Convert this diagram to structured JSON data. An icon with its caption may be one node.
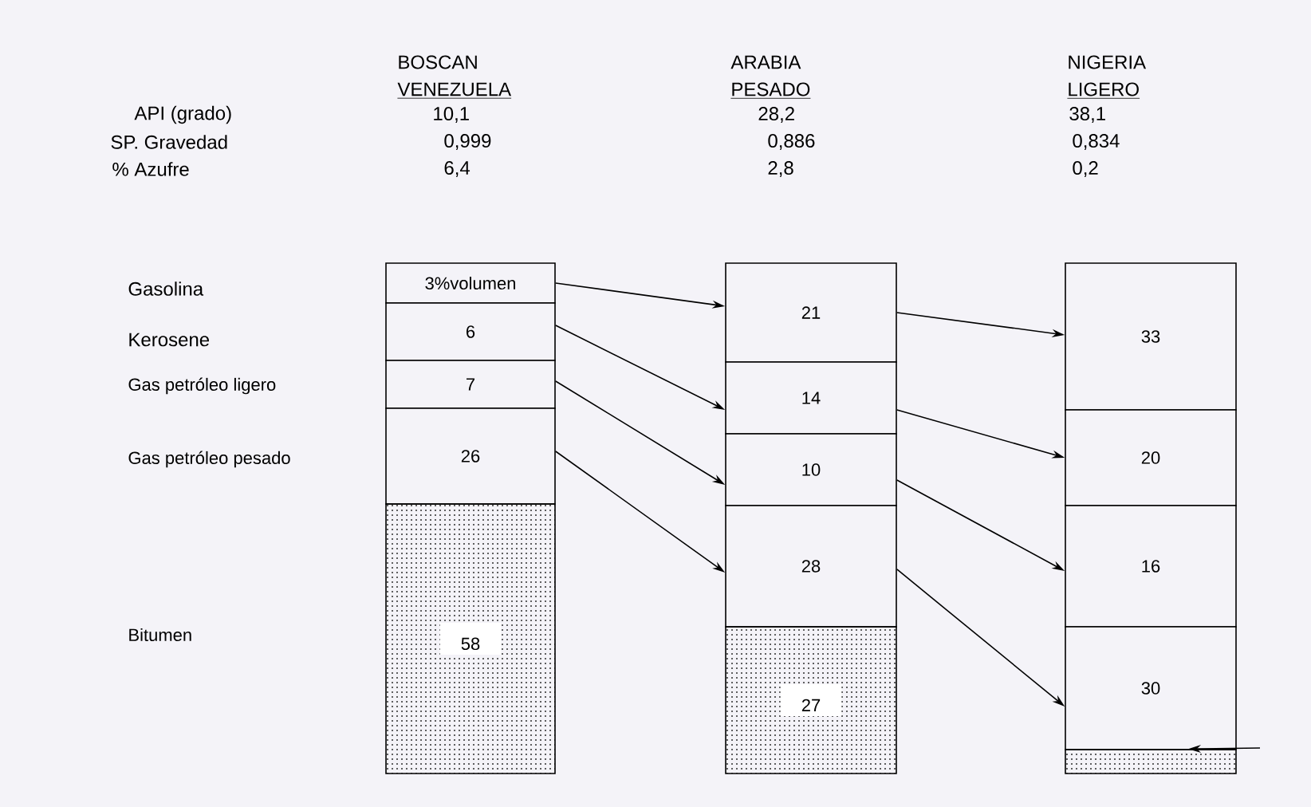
{
  "diagram": {
    "nodes": [
      {
        "text": [
          "3%volumen"
        ]
      },
      {
        "text": [
          "6"
        ]
      },
      {
        "text": [
          "7"
        ]
      },
      {
        "text": [
          "26"
        ]
      },
      {
        "text": [
          "58"
        ]
      },
      {
        "text": [
          "21"
        ]
      },
      {
        "text": [
          "14"
        ]
      },
      {
        "text": [
          "10"
        ]
      },
      {
        "text": [
          "28"
        ]
      },
      {
        "text": [
          "27"
        ]
      },
      {
        "text": [
          "33"
        ]
      },
      {
        "text": [
          "20"
        ]
      },
      {
        "text": [
          "16"
        ]
      },
      {
        "text": [
          "30"
        ]
      },
      {
        "text": [],
        "shape": "box"
      }
    ],
    "edges": [
      {
        "from": 0,
        "to": 5,
        "arrow": "to"
      },
      {
        "from": 1,
        "to": 6,
        "arrow": "to"
      },
      {
        "from": 2,
        "to": 7,
        "arrow": "to"
      },
      {
        "from": 3,
        "to": 8,
        "arrow": "to"
      },
      {
        "from": 5,
        "to": 10,
        "arrow": "to"
      },
      {
        "from": 6,
        "to": 11,
        "arrow": "to"
      },
      {
        "from": 7,
        "to": 12,
        "arrow": "to"
      },
      {
        "from": 8,
        "to": 13,
        "arrow": "to"
      },
      {
        "from": null,
        "to": 14,
        "arrow": "to"
      }
    ],
    "labels": [
      "BOSCAN",
      "VENEZUELA",
      "ARABIA",
      "PESADO",
      "NIGERIA",
      "LIGERO",
      "API (grado)",
      "10,1",
      "28,2",
      "38,1",
      "SP. Gravedad",
      "0,999",
      "0,886",
      "0,834",
      "% Azufre",
      "6,4",
      "2,8",
      "0,2",
      "Gasolina",
      "Kerosene",
      "Gas petróleo ligero",
      "Gas petróleo pesado",
      "Bitumen"
    ]
  }
}
